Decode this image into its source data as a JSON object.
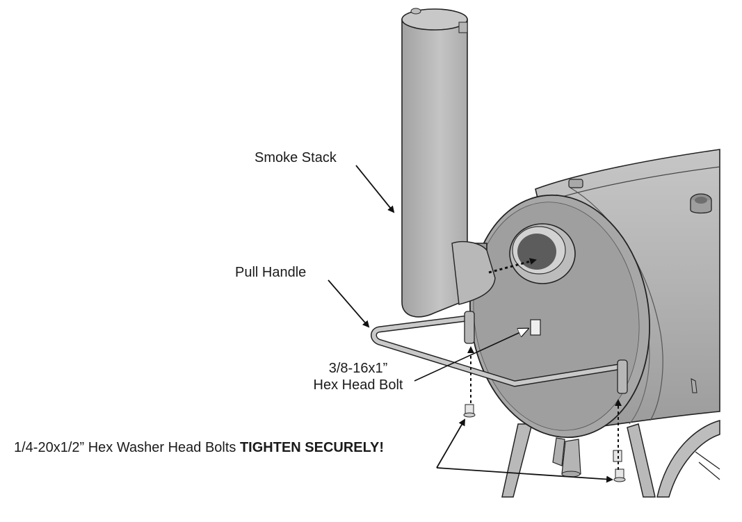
{
  "labels": {
    "smoke_stack": "Smoke Stack",
    "pull_handle": "Pull Handle",
    "hex_bolt_size": "3/8-16x1”",
    "hex_bolt_name": "Hex Head Bolt",
    "washer_bolts": "1/4-20x1/2” Hex Washer Head Bolts ",
    "tighten": "TIGHTEN SECURELY!"
  },
  "colors": {
    "part_fill": "#b5b5b5",
    "part_dark": "#8e8e8e",
    "part_light": "#d0d0d0",
    "outline": "#222222",
    "arrow": "#111111"
  }
}
